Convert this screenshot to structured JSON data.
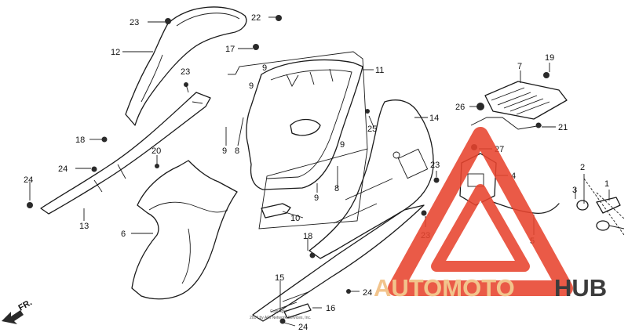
{
  "diagram": {
    "callouts": [
      {
        "label": "1"
      },
      {
        "label": "2"
      },
      {
        "label": "3"
      },
      {
        "label": "4"
      },
      {
        "label": "5"
      },
      {
        "label": "6"
      },
      {
        "label": "7"
      },
      {
        "label": "8"
      },
      {
        "label": "8"
      },
      {
        "label": "9"
      },
      {
        "label": "9"
      },
      {
        "label": "9"
      },
      {
        "label": "9"
      },
      {
        "label": "9"
      },
      {
        "label": "10"
      },
      {
        "label": "11"
      },
      {
        "label": "12"
      },
      {
        "label": "13"
      },
      {
        "label": "14"
      },
      {
        "label": "15"
      },
      {
        "label": "16"
      },
      {
        "label": "17"
      },
      {
        "label": "18"
      },
      {
        "label": "18"
      },
      {
        "label": "19"
      },
      {
        "label": "20"
      },
      {
        "label": "21"
      },
      {
        "label": "22"
      },
      {
        "label": "23"
      },
      {
        "label": "23"
      },
      {
        "label": "23"
      },
      {
        "label": "23"
      },
      {
        "label": "24"
      },
      {
        "label": "24"
      },
      {
        "label": "24"
      },
      {
        "label": "24"
      },
      {
        "label": "25"
      },
      {
        "label": "26"
      },
      {
        "label": "27"
      }
    ],
    "direction_label": "FR.",
    "copyright_line1": "Copyright",
    "copyright_line2": "2014 by ARI Network Services, Inc."
  },
  "watermark": {
    "part1": "AUTOMOTO",
    "part2": "HUB",
    "accent_color": "#e8442e",
    "secondary_color": "#f2c48c",
    "dark_color": "#3c3c3c"
  }
}
